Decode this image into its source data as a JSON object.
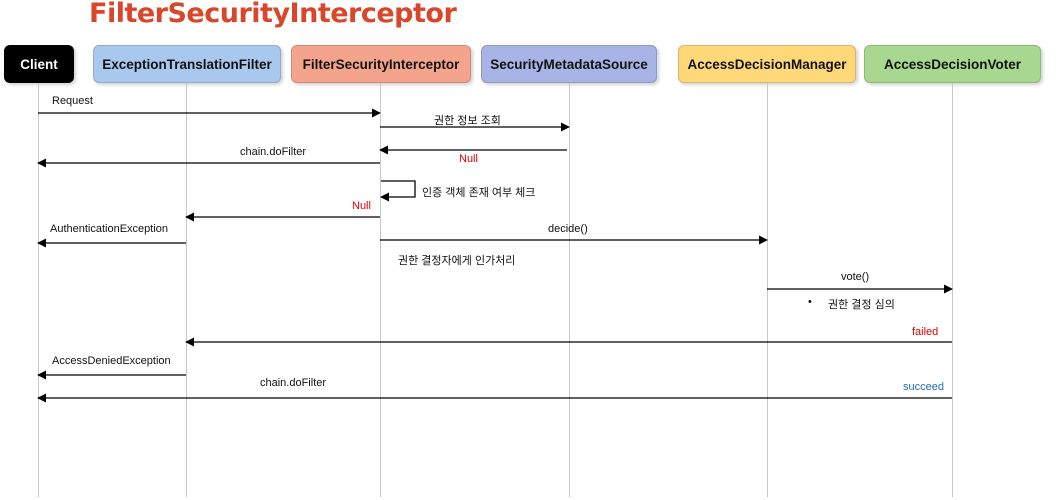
{
  "title": "FilterSecurityInterceptor",
  "actors": [
    {
      "label": "Client",
      "bg": "#000000",
      "fg": "#ffffff"
    },
    {
      "label": "ExceptionTranslationFilter",
      "bg": "#a8c8ee"
    },
    {
      "label": "FilterSecurityInterceptor",
      "bg": "#f4a48c"
    },
    {
      "label": "SecurityMetadataSource",
      "bg": "#a8b4e6"
    },
    {
      "label": "AccessDecisionManager",
      "bg": "#ffd87a"
    },
    {
      "label": "AccessDecisionVoter",
      "bg": "#a8d890"
    }
  ],
  "messages": {
    "request": "Request",
    "lookup": "권한 정보 조회",
    "null1": "Null",
    "chain1": "chain.doFilter",
    "check": "인증 객체 존재 여부 체크",
    "null2": "Null",
    "auth_ex": "AuthenticationException",
    "decide": "decide()",
    "delegate": "권한 결정자에게 인가처리",
    "vote": "vote()",
    "deliberate_bullet": "•",
    "deliberate": "권한 결정 심의",
    "failed": "failed",
    "denied": "AccessDeniedException",
    "chain2": "chain.doFilter",
    "succeed": "succeed"
  },
  "colors": {
    "title": "#d9462a",
    "error": "#e00000",
    "success": "#1f6fbf"
  }
}
